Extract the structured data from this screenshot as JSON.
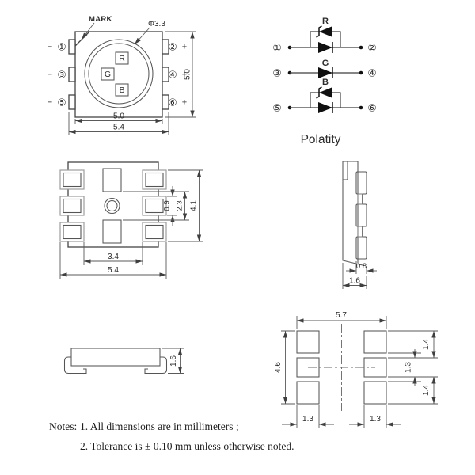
{
  "colors": {
    "line": "#4a4a4a",
    "text": "#222222",
    "background": "#ffffff"
  },
  "symbols": {
    "minus": "−",
    "plus": "+"
  },
  "top_view": {
    "mark_label": "MARK",
    "lens_diameter": "Φ3.3",
    "chips": {
      "r": "R",
      "g": "G",
      "b": "B"
    },
    "pins_left": [
      "①",
      "③",
      "⑤"
    ],
    "pins_right": [
      "②",
      "④",
      "⑥"
    ],
    "dim_body_width": "5.0",
    "dim_overall_width": "5.4",
    "dim_height": "5.0"
  },
  "circuit": {
    "caption": "Polatity",
    "rows": [
      {
        "label": "R",
        "pin_left": "①",
        "pin_right": "②"
      },
      {
        "label": "G",
        "pin_left": "③",
        "pin_right": "④"
      },
      {
        "label": "B",
        "pin_left": "⑤",
        "pin_right": "⑥"
      }
    ]
  },
  "bottom_view": {
    "dim_inner_pad": "0.9",
    "dim_center_gap": "2.3",
    "dim_pad_span": "4.1",
    "dim_pad_inner_width": "3.4",
    "dim_overall_width": "5.4"
  },
  "side_view_right": {
    "dim_pin_width": "0.8",
    "dim_thickness": "1.6"
  },
  "side_view_front": {
    "dim_thickness": "1.6"
  },
  "pad_layout": {
    "dim_overall_width": "5.7",
    "dim_overall_height": "4.6",
    "dim_row_top": "1.4",
    "dim_row_middle": "1.3",
    "dim_row_bottom": "1.4",
    "dim_col_left_width": "1.3",
    "dim_col_right_width": "1.3"
  },
  "notes": {
    "heading": "Notes:",
    "line1": "1. All dimensions are in millimeters ;",
    "line2": "2. Tolerance is ± 0.10 mm unless otherwise noted."
  }
}
